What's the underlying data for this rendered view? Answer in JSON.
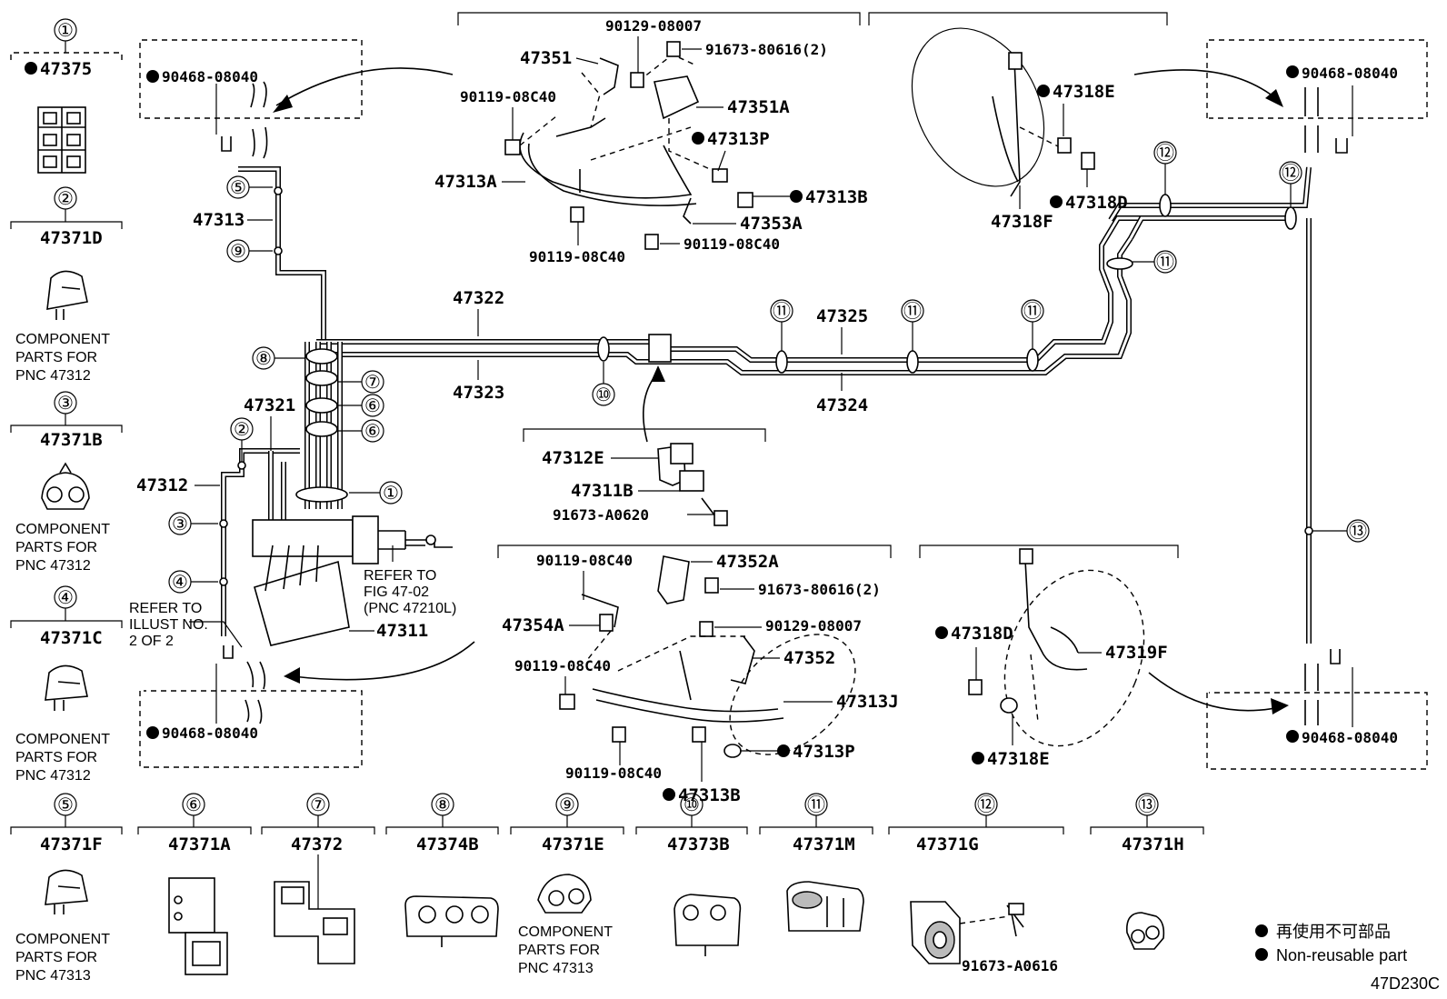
{
  "clip_legend": [
    {
      "num": "①",
      "pn": "47375",
      "non_reusable": true,
      "note": ""
    },
    {
      "num": "②",
      "pn": "47371D",
      "non_reusable": false,
      "note": "COMPONENT|PARTS FOR|PNC 47312"
    },
    {
      "num": "③",
      "pn": "47371B",
      "non_reusable": false,
      "note": "COMPONENT|PARTS FOR|PNC 47312"
    },
    {
      "num": "④",
      "pn": "47371C",
      "non_reusable": false,
      "note": "COMPONENT|PARTS FOR|PNC 47312"
    },
    {
      "num": "⑤",
      "pn": "47371F",
      "non_reusable": false,
      "note": "COMPONENT|PARTS FOR|PNC 47313"
    }
  ],
  "bottom_row": [
    {
      "num": "⑥",
      "pn": "47371A",
      "note": ""
    },
    {
      "num": "⑦",
      "pn": "47372",
      "note": ""
    },
    {
      "num": "⑧",
      "pn": "47374B",
      "note": ""
    },
    {
      "num": "⑨",
      "pn": "47371E",
      "note": "COMPONENT|PARTS FOR|PNC 47313"
    },
    {
      "num": "⑩",
      "pn": "47373B",
      "note": ""
    },
    {
      "num": "⑪",
      "pn": "47371M",
      "note": ""
    },
    {
      "num": "⑫",
      "pn": "47371G",
      "note": ""
    },
    {
      "num": "⑬",
      "pn": "47371H",
      "note": ""
    }
  ],
  "bottom_extra": {
    "bolt": "91673-A0616"
  },
  "detail_hose": "90468-08040",
  "front_right": {
    "bolt1": "90129-08007",
    "bolt2": "91673-80616(2)",
    "bracket": "47351",
    "bracket_a": "47351A",
    "bolt3": "90119-08C40",
    "clip": "47313P",
    "hose": "47313A",
    "clip2": "47313B",
    "bracket2": "47353A",
    "bolt4": "90119-08C40",
    "bolt5": "90119-08C40"
  },
  "front_left": {
    "bolt1": "90119-08C40",
    "bracket": "47352A",
    "bolt2": "91673-80616(2)",
    "bracket2": "47354A",
    "bolt3": "90129-08007",
    "bolt4": "90119-08C40",
    "bracket3": "47352",
    "hose": "47313J",
    "bolt5": "90119-08C40",
    "clip": "47313P",
    "clip2": "47313B"
  },
  "rear_right": {
    "clip": "47318E",
    "bolt": "47318D",
    "hose": "47318F"
  },
  "rear_left": {
    "bolt": "47318D",
    "clip": "47318E",
    "hose": "47319F"
  },
  "main": {
    "tube_313": "47313",
    "tube_322": "47322",
    "tube_323": "47323",
    "tube_325": "47325",
    "tube_324": "47324",
    "tube_321": "47321",
    "tube_312": "47312",
    "actuator": "47311",
    "bracket_e": "47312E",
    "bracket_b": "47311B",
    "bolt": "91673-A0620"
  },
  "refs": {
    "illust": "REFER TO|ILLUST NO.|2 OF 2",
    "fig": "REFER TO|FIG 47-02|(PNC 47210L)"
  },
  "footer": {
    "legend_cn": "再使用不可部品",
    "legend_en": "Non-reusable part",
    "code": "47D230C"
  }
}
